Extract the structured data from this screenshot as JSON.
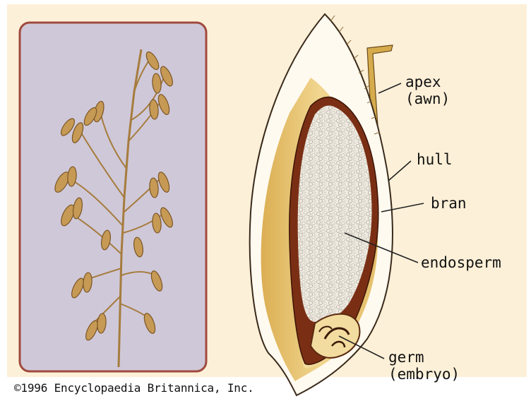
{
  "labels": {
    "apex_line1": "apex",
    "apex_line2": "(awn)",
    "hull": "hull",
    "bran": "bran",
    "endosperm": "endosperm",
    "germ_line1": "germ",
    "germ_line2": "(embryo)"
  },
  "copyright": "©1996 Encyclopaedia Britannica, Inc.",
  "colors": {
    "background": "#fdf0d8",
    "panel_fill": "#cfc8d8",
    "panel_border": "#a04a3e",
    "hull": "#fffaf0",
    "husk_yellow": "#e9c66a",
    "bran": "#7a2f14",
    "endosperm": "#efebe2",
    "plant": "#a67c3e",
    "leader": "#222222"
  },
  "icons": [
    "oat-plant-illustration",
    "oat-grain-cross-section"
  ]
}
